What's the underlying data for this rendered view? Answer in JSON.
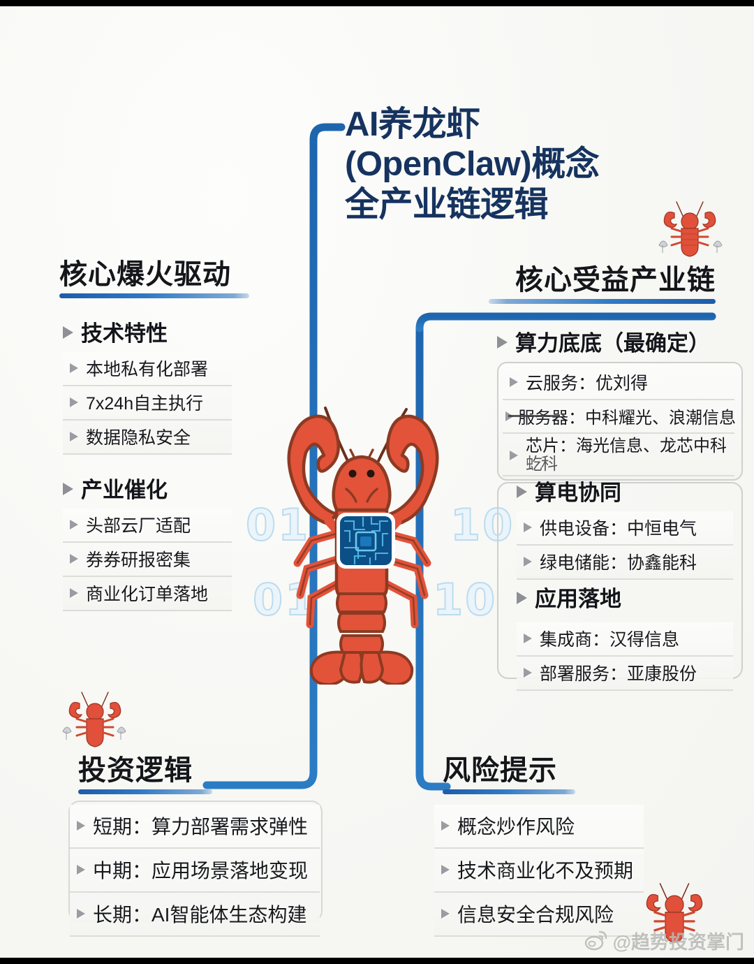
{
  "title": {
    "line1": "AI养龙虾",
    "line2": "(OpenClaw)概念",
    "line3": "全产业链逻辑"
  },
  "colors": {
    "accent_blue": "#1f6bb5",
    "title_navy": "#16335f",
    "rule_blue": "#2f79c4",
    "text_dark": "#15161a",
    "divider_gray": "#dcdcd8",
    "lobster_red": "#e2533a",
    "chip_blue": "#0e5fa0",
    "binary_blue": "#bcdcee",
    "background": "#f8f8f6"
  },
  "branches": {
    "core_drivers": {
      "heading": "核心爆火驱动",
      "nodes": [
        {
          "title": "技术特性",
          "items": [
            "本地私有化部署",
            "7x24h自主执行",
            "数据隐私安全"
          ]
        },
        {
          "title": "产业催化",
          "items": [
            "头部云厂适配",
            "券券研报密集",
            "商业化订单落地"
          ]
        }
      ]
    },
    "beneficiary_chain": {
      "heading": "核心受益产业链",
      "nodes": [
        {
          "title": "算力底底（最确定）",
          "items": [
            "云服务：优刘得",
            "服务器：中科耀光、浪潮信息",
            "芯片：海光信息、龙芯中科",
            "虼科"
          ]
        },
        {
          "title": "算电协同",
          "items": [
            "供电设备：中恒电气",
            "绿电储能：协鑫能科"
          ]
        },
        {
          "title": "应用落地",
          "items": [
            "集成商：汉得信息",
            "部署服务：亚康股份"
          ]
        }
      ]
    },
    "investment_logic": {
      "heading": "投资逻辑",
      "items": [
        "短期：算力部署需求弹性",
        "中期：应用场景落地变现",
        "长期：AI智能体生态构建"
      ]
    },
    "risk_warning": {
      "heading": "风险提示",
      "items": [
        "概念炒作风险",
        "技术商业化不及预期",
        "信息安全合规风险"
      ]
    }
  },
  "mascot": {
    "alt_name": "circuit-lobster",
    "binary_left_top": "01",
    "binary_left_bottom": "01",
    "binary_right_top": "10",
    "binary_right_bottom": "10"
  },
  "watermark": {
    "handle": "@趋势投资掌门"
  }
}
